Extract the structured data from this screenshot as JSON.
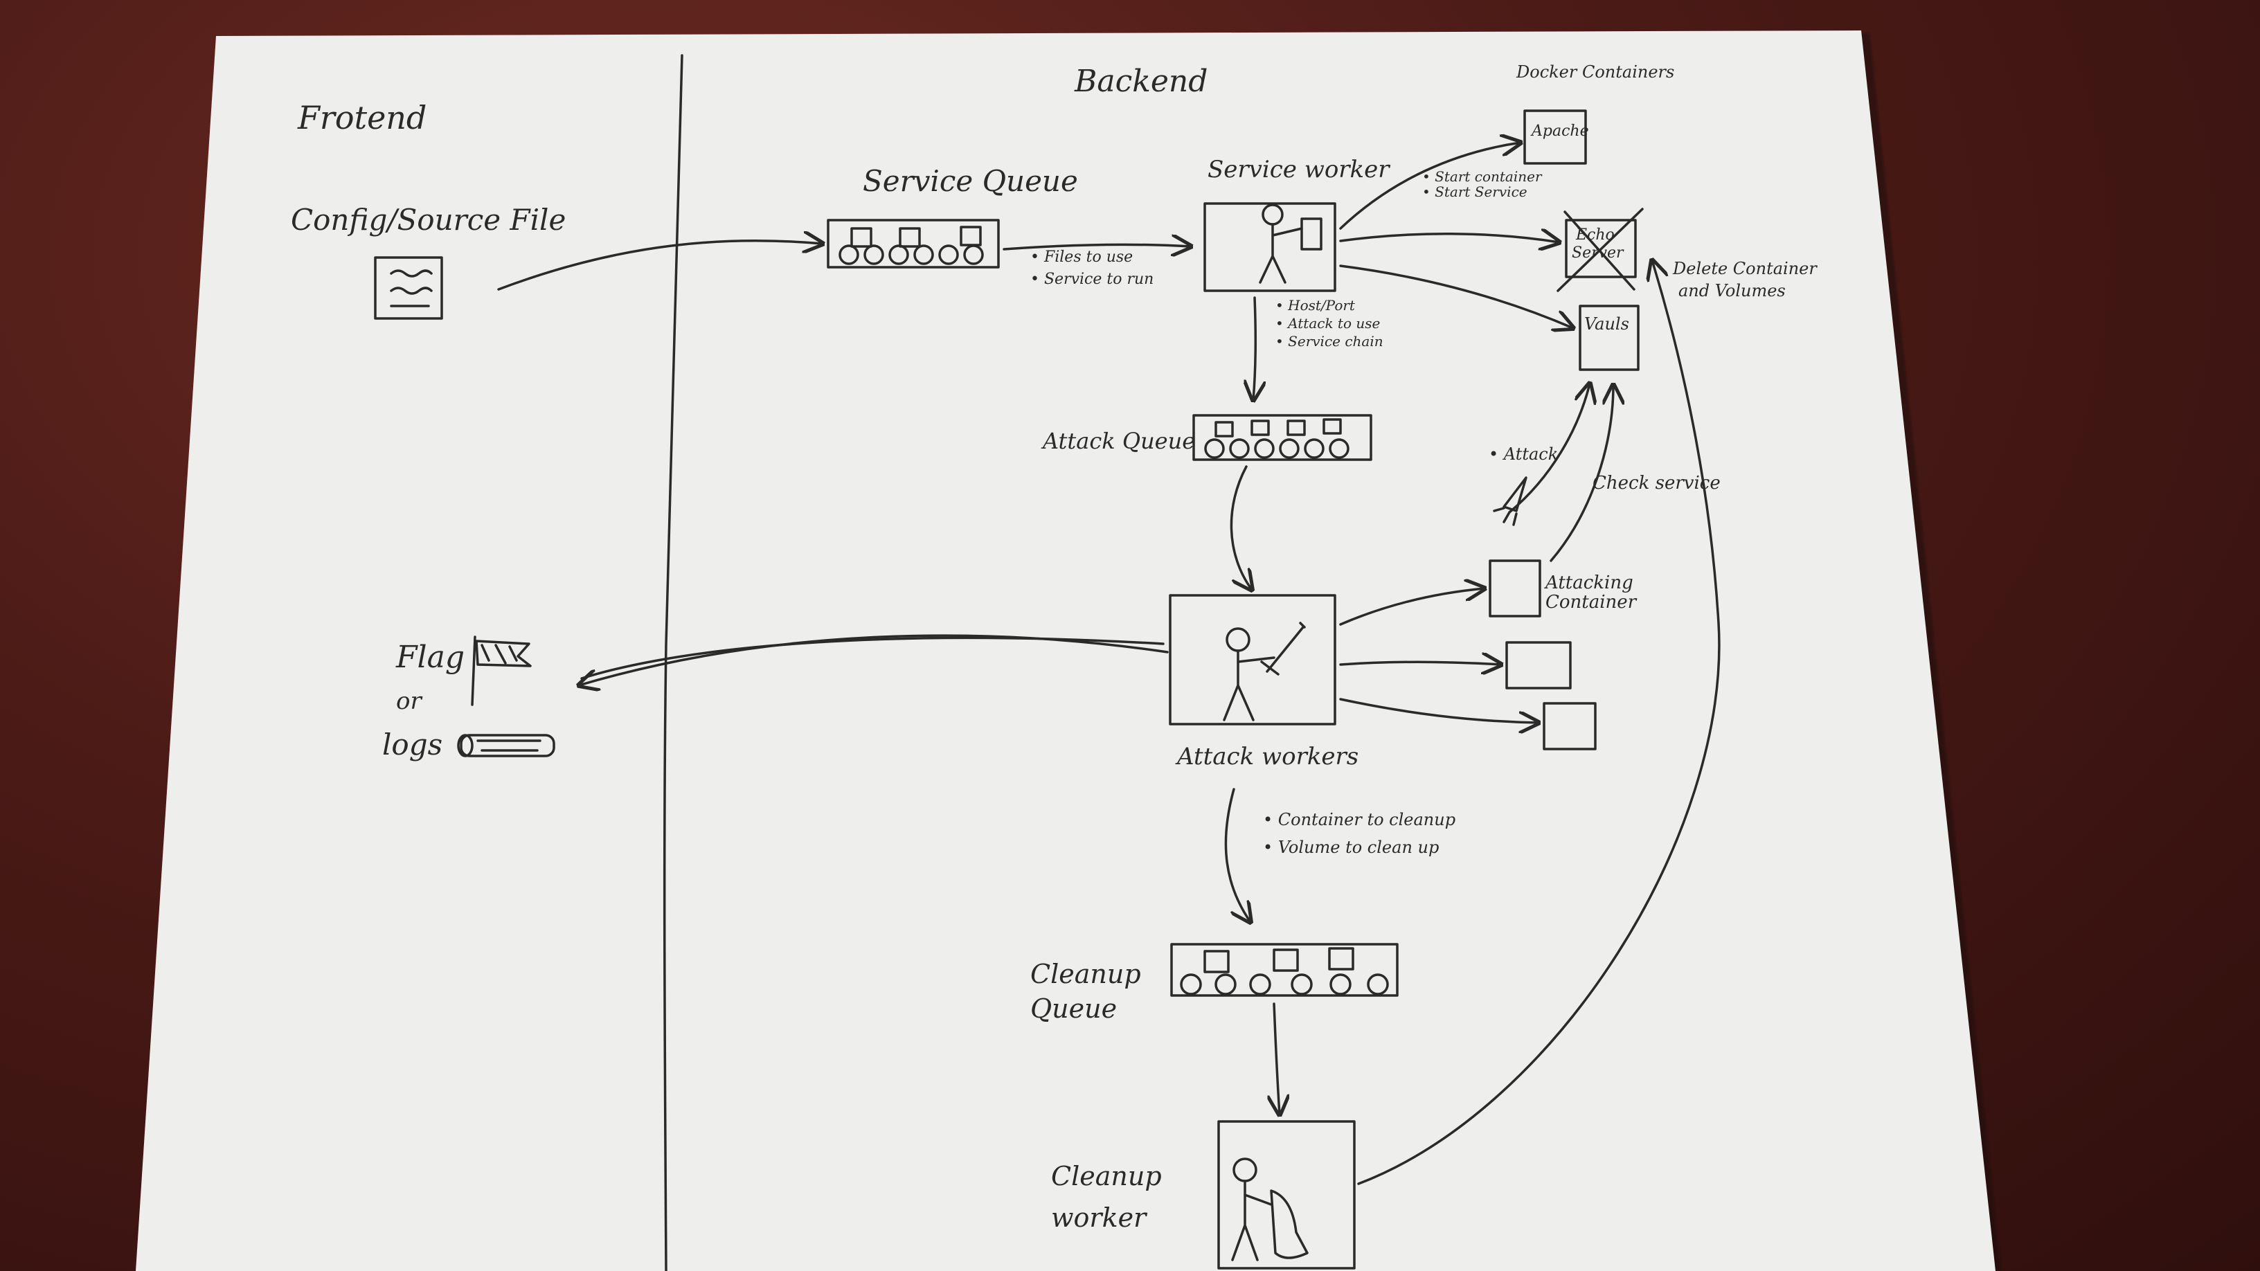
{
  "sections": {
    "frontend": "Frotend",
    "backend": "Backend",
    "docker_containers": "Docker Containers"
  },
  "nodes": {
    "config_file": "Config/Source File",
    "service_queue": "Service Queue",
    "service_worker": "Service worker",
    "attack_queue": "Attack Queue",
    "attack_workers": "Attack workers",
    "cleanup_queue_line1": "Cleanup",
    "cleanup_queue_line2": "Queue",
    "cleanup_worker_line1": "Cleanup",
    "cleanup_worker_line2": "worker",
    "flag": "Flag",
    "or": "or",
    "logs": "logs",
    "apache": "Apache",
    "echo_server_line1": "Echo",
    "echo_server_line2": "Server",
    "vauls": "Vauls",
    "attacking_container_line1": "Attacking",
    "attacking_container_line2": "Container"
  },
  "annotations": {
    "queue_to_worker": [
      "• Files to use",
      "• Service to run"
    ],
    "worker_to_docker": [
      "• Start container",
      "• Start Service"
    ],
    "worker_to_attack_queue": [
      "• Host/Port",
      "• Attack to use",
      "• Service chain"
    ],
    "attack": "• Attack",
    "check_service": "Check service",
    "delete": [
      "Delete Container",
      "and Volumes"
    ],
    "attack_to_cleanup": [
      "• Container to cleanup",
      "• Volume to clean up"
    ]
  }
}
